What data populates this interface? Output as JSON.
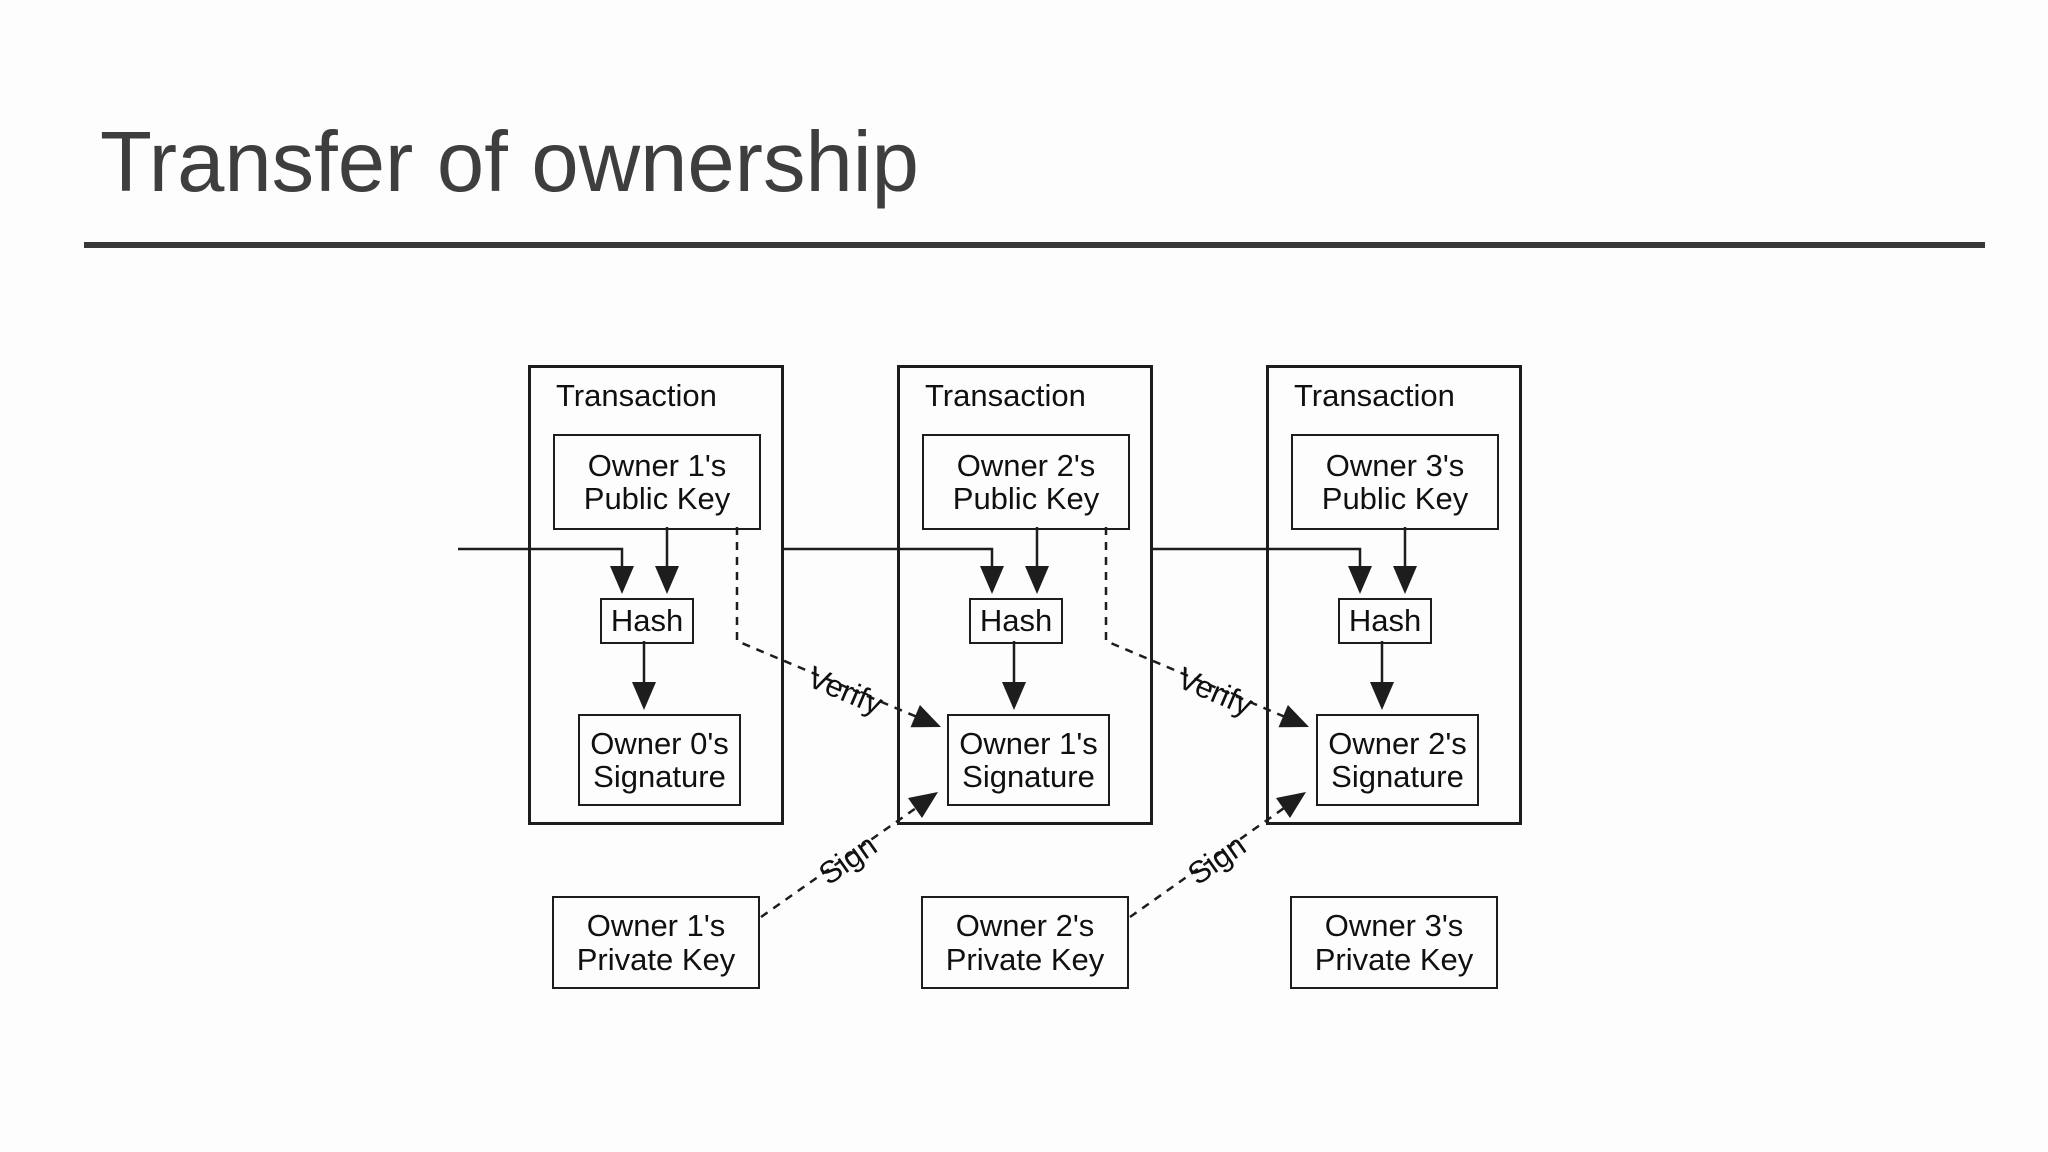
{
  "title": "Transfer of ownership",
  "transactions": [
    {
      "label": "Transaction",
      "public_key": [
        "Owner 1's",
        "Public Key"
      ],
      "hash_label": "Hash",
      "signature": [
        "Owner 0's",
        "Signature"
      ],
      "private_key": [
        "Owner 1's",
        "Private Key"
      ]
    },
    {
      "label": "Transaction",
      "public_key": [
        "Owner 2's",
        "Public Key"
      ],
      "hash_label": "Hash",
      "signature": [
        "Owner 1's",
        "Signature"
      ],
      "private_key": [
        "Owner 2's",
        "Private Key"
      ]
    },
    {
      "label": "Transaction",
      "public_key": [
        "Owner 3's",
        "Public Key"
      ],
      "hash_label": "Hash",
      "signature": [
        "Owner 2's",
        "Signature"
      ],
      "private_key": [
        "Owner 3's",
        "Private Key"
      ]
    }
  ],
  "connections": {
    "verify": "Verify",
    "sign": "Sign"
  },
  "colors": {
    "line": "#1d1d1d",
    "title_text": "#3e3e3e",
    "background": "#fdfdfd"
  }
}
